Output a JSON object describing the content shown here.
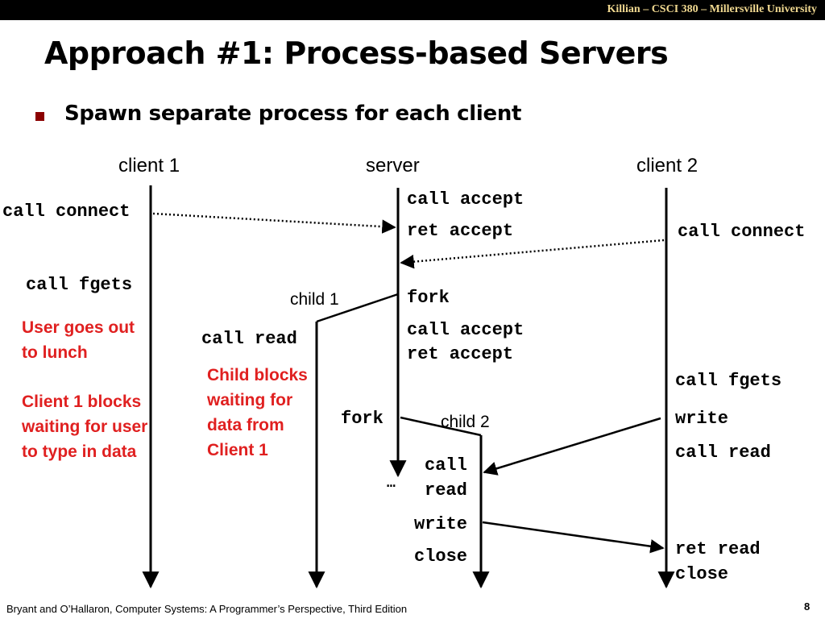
{
  "header": {
    "affiliation": "Killian – CSCI 380 – Millersville University"
  },
  "slide": {
    "title": "Approach #1: Process-based Servers",
    "bullet": "Spawn separate process for each client"
  },
  "diagram": {
    "columns": {
      "client1": "client 1",
      "server": "server",
      "client2": "client 2",
      "child1": "child 1",
      "child2": "child 2"
    },
    "client1_calls": {
      "connect": "call connect",
      "fgets": "call fgets"
    },
    "server_calls": {
      "accept1": "call accept",
      "ret_accept1": "ret accept",
      "fork1": "fork",
      "accept2": "call accept",
      "ret_accept2": "ret accept",
      "fork2": "fork",
      "ellipsis": "…"
    },
    "client2_calls": {
      "connect": "call connect",
      "fgets": "call fgets",
      "write": "write",
      "read": "call read",
      "ret_read": "ret read",
      "close": "close"
    },
    "child1_calls": {
      "read": "call read"
    },
    "child2_calls": {
      "call": "call",
      "read": "read",
      "write": "write",
      "close": "close"
    },
    "notes": {
      "lunch": "User goes out to lunch",
      "client1_blocks": "Client 1 blocks waiting for user to type in data",
      "child_blocks": "Child blocks waiting for data from Client 1"
    },
    "colors": {
      "note": "#e02020",
      "bullet": "#8b0000",
      "header_text": "#f0d890"
    }
  },
  "footer": {
    "citation": "Bryant and O’Hallaron, Computer Systems: A Programmer’s Perspective, Third Edition",
    "page": "8"
  }
}
